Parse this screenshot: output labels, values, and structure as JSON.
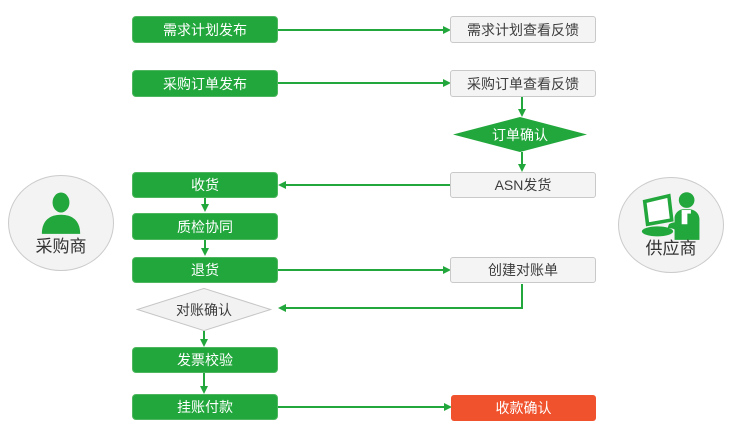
{
  "diagram": {
    "title_hint": "purchase-supply collaboration flowchart",
    "actors": {
      "buyer": {
        "label": "采购商",
        "icon": "person-silhouette-icon"
      },
      "supplier": {
        "label": "供应商",
        "icon": "person-with-laptop-icon"
      }
    },
    "nodes": {
      "demand_plan_publish": {
        "label": "需求计划发布",
        "style": "green-box"
      },
      "demand_plan_feedback": {
        "label": "需求计划查看反馈",
        "style": "white-box"
      },
      "po_publish": {
        "label": "采购订单发布",
        "style": "green-box"
      },
      "po_feedback": {
        "label": "采购订单查看反馈",
        "style": "white-box"
      },
      "order_confirm": {
        "label": "订单确认",
        "style": "green-diamond"
      },
      "asn_ship": {
        "label": "ASN发货",
        "style": "white-box"
      },
      "receive": {
        "label": "收货",
        "style": "green-box"
      },
      "quality_check": {
        "label": "质检协同",
        "style": "green-box"
      },
      "return_goods": {
        "label": "退货",
        "style": "green-box"
      },
      "create_statement": {
        "label": "创建对账单",
        "style": "white-box"
      },
      "statement_confirm": {
        "label": "对账确认",
        "style": "gray-diamond"
      },
      "invoice_verify": {
        "label": "发票校验",
        "style": "green-box"
      },
      "payment": {
        "label": "挂账付款",
        "style": "green-box"
      },
      "payment_confirm": {
        "label": "收款确认",
        "style": "red-box"
      }
    },
    "colors": {
      "green": "#22a73c",
      "red": "#f0522d",
      "box_bg": "#f4f4f4",
      "box_border": "#c9c9c9",
      "diamond_bg": "#f2f2f2",
      "text_dark": "#3d3d3d",
      "text_light": "#ffffff",
      "circle_bg": "#f3f3f3",
      "circle_border": "#cbcbcb"
    },
    "flow": [
      "需求计划发布 → 需求计划查看反馈",
      "采购订单发布 → 采购订单查看反馈",
      "采购订单查看反馈 → 订单确认",
      "订单确认 → ASN发货",
      "ASN发货 → 收货",
      "收货 → 质检协同",
      "质检协同 → 退货",
      "退货 → 创建对账单",
      "创建对账单 → 对账确认",
      "对账确认 → 发票校验",
      "发票校验 → 挂账付款",
      "挂账付款 → 收款确认"
    ]
  }
}
